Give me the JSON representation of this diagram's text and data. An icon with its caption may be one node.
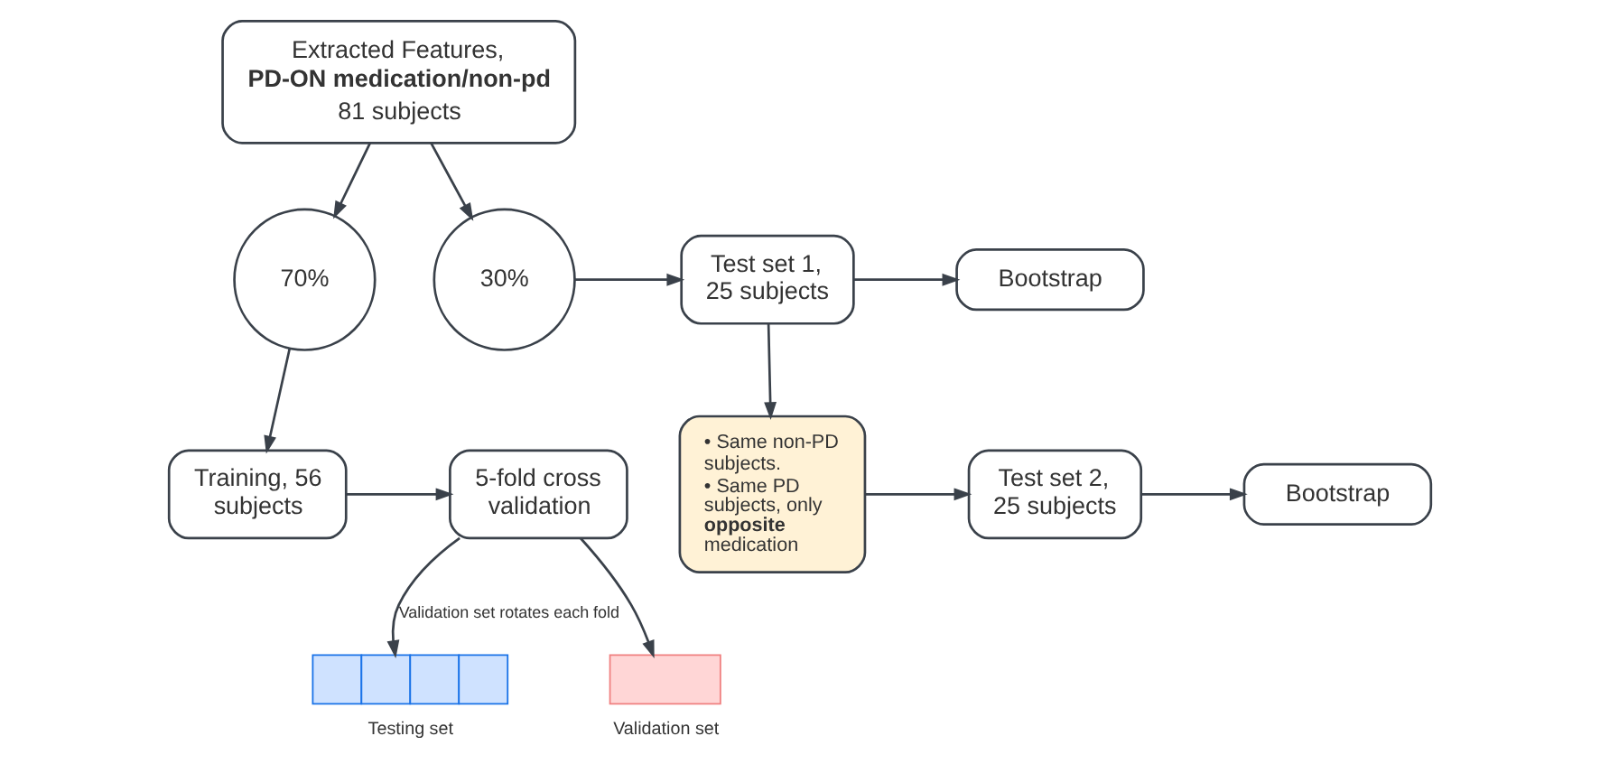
{
  "diagram": {
    "nodes": [
      {
        "text": [
          "Extracted Features,",
          "**PD-ON medication/non-pd**",
          "81 subjects"
        ]
      },
      {
        "text": [
          "70%"
        ]
      },
      {
        "text": [
          "30%"
        ]
      },
      {
        "text": [
          "Test set 1, 25 subjects"
        ]
      },
      {
        "text": [
          "Bootstrap"
        ]
      },
      {
        "text": [
          "Training, 56 subjects"
        ]
      },
      {
        "text": [
          "5-fold cross validation"
        ]
      },
      {
        "text": [],
        "shape": "bar",
        "beside": [
          "Testing set"
        ]
      },
      {
        "text": [],
        "shape": "box",
        "beside": [
          "Validation set"
        ]
      },
      {
        "text": [
          "• Same non-PD subjects.",
          "• Same PD subjects, only **opposite** medication"
        ]
      },
      {
        "text": [
          "Test set 2, 25 subjects"
        ]
      },
      {
        "text": [
          "Bootstrap"
        ]
      }
    ],
    "edges": [
      {
        "from": 0,
        "to": 1,
        "arrow": "to"
      },
      {
        "from": 0,
        "to": 2,
        "arrow": "to"
      },
      {
        "from": 1,
        "to": 5,
        "arrow": "to"
      },
      {
        "from": 2,
        "to": 3,
        "arrow": "to"
      },
      {
        "from": 3,
        "to": 4,
        "arrow": "to"
      },
      {
        "from": 3,
        "to": 9,
        "arrow": "to"
      },
      {
        "from": 5,
        "to": 6,
        "arrow": "to"
      },
      {
        "from": 6,
        "to": 7,
        "arrow": "to",
        "label": "Validation set rotates each fold"
      },
      {
        "from": 6,
        "to": 8,
        "arrow": "to"
      },
      {
        "from": 9,
        "to": 10,
        "arrow": "to"
      },
      {
        "from": 10,
        "to": 11,
        "arrow": "to"
      }
    ]
  }
}
